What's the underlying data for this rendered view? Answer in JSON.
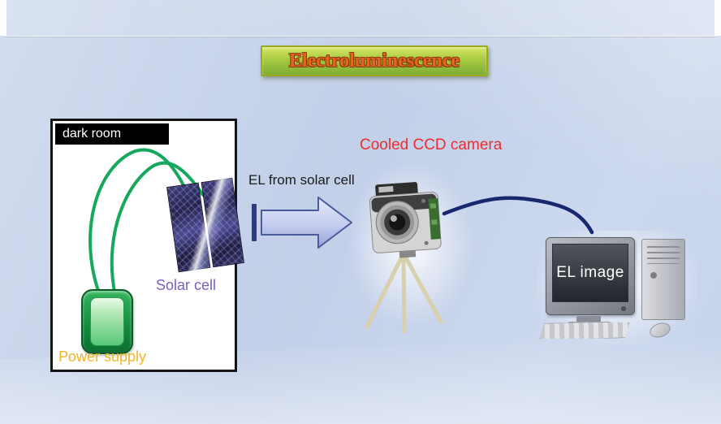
{
  "title": {
    "text": "Electroluminescence"
  },
  "dark_room": {
    "label": "dark room",
    "solar_cell": {
      "label": "Solar cell"
    },
    "power_supply": {
      "label": "Power supply"
    }
  },
  "el_arrow": {
    "label": "EL from solar cell"
  },
  "camera": {
    "label": "Cooled CCD camera"
  },
  "computer": {
    "screen_text": "EL image"
  },
  "colors": {
    "title_text": "#e8641e",
    "solar_cell_label": "#7a5fc0",
    "power_supply_label": "#f0b428",
    "camera_label": "#e83030",
    "wire_green": "#17a85e",
    "cable_navy": "#18276e"
  }
}
